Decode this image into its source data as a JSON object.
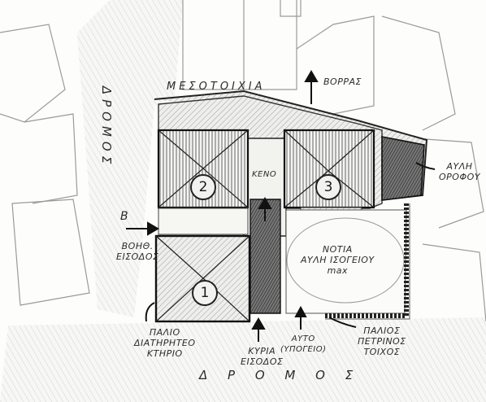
{
  "labels": {
    "street_west": "ΔΡΟΜΟΣ",
    "street_south": "Δ Ρ Ο Μ Ο Σ",
    "party_wall": "ΜΕΣΟΤΟΙΧΙΑ",
    "north": "ΒΟΡΡΑΣ",
    "void": "ΚΕΝΟ",
    "roof_court": "ΑΥΛΗ\nΟΡΟΦΟΥ",
    "entry_letter": "B",
    "secondary_entrance": "ΒΟΗΘ.\nΕΙΣΟΔΟΣ",
    "south_court": "ΝΟΤΙΑ\nΑΥΛΗ ΙΣΟΓΕΙΟΥ\nmax",
    "old_listed_building": "ΠΑΛΙΟ\nΔΙΑΤΗΡΗΤΕΟ\nΚΤΗΡΙΟ",
    "main_entrance": "ΚΥΡΙΑ\nΕΙΣΟΔΟΣ",
    "car_basement": "ΑΥΤΟ\n(ΥΠΟΓΕΙΟ)",
    "old_stone_wall": "ΠΑΛΙΟΣ\nΠΕΤΡΙΝΟΣ\nΤΟΙΧΟΣ"
  },
  "buildings": [
    {
      "number": "1"
    },
    {
      "number": "2"
    },
    {
      "number": "3"
    }
  ]
}
